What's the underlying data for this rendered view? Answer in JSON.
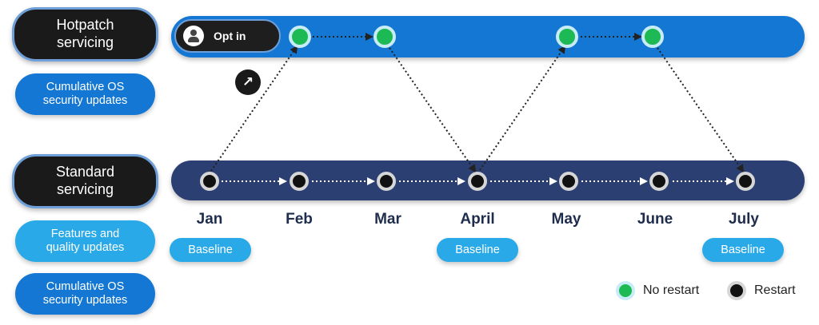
{
  "labels": {
    "hotpatch": "Hotpatch\nservicing",
    "hotpatch_updates": "Cumulative OS\nsecurity updates",
    "standard": "Standard\nservicing",
    "features": "Features and\nquality updates",
    "standard_updates": "Cumulative OS\nsecurity updates"
  },
  "opt_in": {
    "label": "Opt in",
    "icon": "person-icon"
  },
  "arrow_badge": {
    "icon": "arrow-up-right-icon",
    "glyph": "↗"
  },
  "months": [
    "Jan",
    "Feb",
    "Mar",
    "April",
    "May",
    "June",
    "July"
  ],
  "baselines": [
    {
      "month": "Jan",
      "label": "Baseline"
    },
    {
      "month": "April",
      "label": "Baseline"
    },
    {
      "month": "July",
      "label": "Baseline"
    }
  ],
  "legend": {
    "no_restart": "No restart",
    "restart": "Restart"
  },
  "colors": {
    "hotpatch_track": "#1577d4",
    "standard_track": "#2b3f72",
    "no_restart": "#1db954",
    "restart": "#111111"
  }
}
